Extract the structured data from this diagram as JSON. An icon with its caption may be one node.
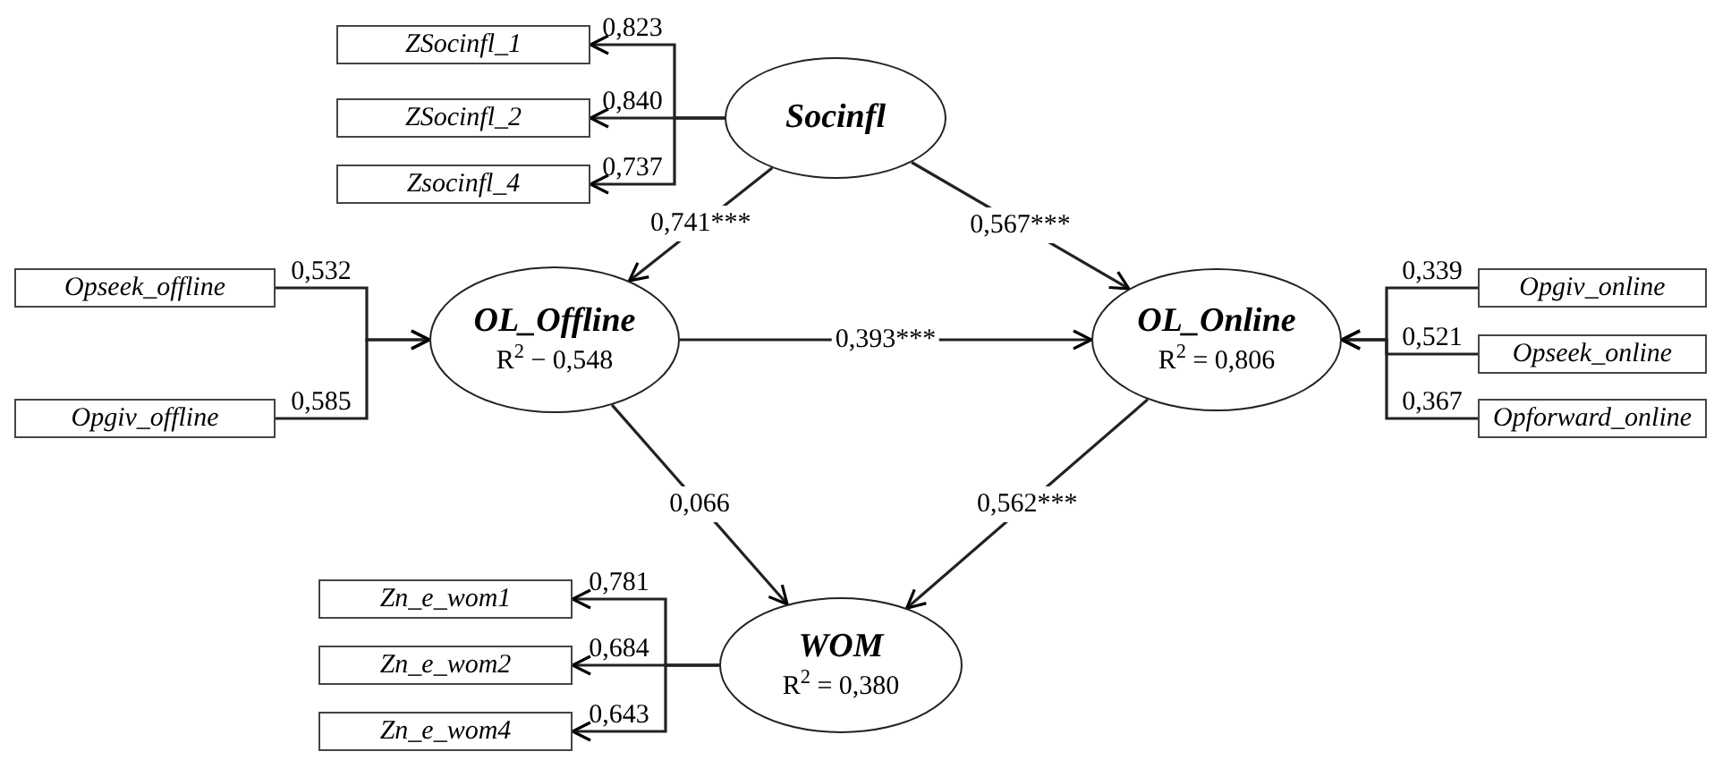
{
  "diagram": {
    "nodes": [
      {
        "text": [
          "Socinfl"
        ]
      },
      {
        "text": [
          "ZSocinfl_1"
        ]
      },
      {
        "text": [
          "ZSocinfl_2"
        ]
      },
      {
        "text": [
          "Zsocinfl_4"
        ]
      },
      {
        "text": [
          "Opseek_offline"
        ]
      },
      {
        "text": [
          "Opgiv_offline"
        ]
      },
      {
        "text": [
          "OL_Offline",
          "R$^{2}$ − 0,548"
        ]
      },
      {
        "text": [
          "OL_Online",
          "R$^{2}$ = 0,806"
        ]
      },
      {
        "text": [
          "Opgiv_online"
        ]
      },
      {
        "text": [
          "Opseek_online"
        ]
      },
      {
        "text": [
          "Opforward_online"
        ]
      },
      {
        "text": [
          "WOM",
          "R$^{2}$ = 0,380"
        ]
      },
      {
        "text": [
          "Zn_e_wom1"
        ]
      },
      {
        "text": [
          "Zn_e_wom2"
        ]
      },
      {
        "text": [
          "Zn_e_wom4"
        ]
      }
    ],
    "edges": [
      {
        "from": 0,
        "to": 1,
        "arrow": "to",
        "label": "0,823"
      },
      {
        "from": 0,
        "to": 2,
        "arrow": "to",
        "label": "0,840"
      },
      {
        "from": 0,
        "to": 3,
        "arrow": "to",
        "label": "0,737"
      },
      {
        "from": 0,
        "to": 6,
        "arrow": "to",
        "label": "0,741***"
      },
      {
        "from": 0,
        "to": 7,
        "arrow": "to",
        "label": "0,567***"
      },
      {
        "from": 4,
        "to": 6,
        "arrow": "to",
        "label": "0,532"
      },
      {
        "from": 5,
        "to": 6,
        "arrow": "to",
        "label": "0,585"
      },
      {
        "from": 6,
        "to": 7,
        "arrow": "to",
        "label": "0,393***"
      },
      {
        "from": 8,
        "to": 7,
        "arrow": "to",
        "label": "0,339"
      },
      {
        "from": 9,
        "to": 7,
        "arrow": "to",
        "label": "0,521"
      },
      {
        "from": 10,
        "to": 7,
        "arrow": "to",
        "label": "0,367"
      },
      {
        "from": 6,
        "to": 11,
        "arrow": "to",
        "label": "0,066"
      },
      {
        "from": 7,
        "to": 11,
        "arrow": "to",
        "label": "0,562***"
      },
      {
        "from": 11,
        "to": 12,
        "arrow": "to",
        "label": "0,781"
      },
      {
        "from": 11,
        "to": 13,
        "arrow": "to",
        "label": "0,684"
      },
      {
        "from": 11,
        "to": 14,
        "arrow": "to",
        "label": "0,643"
      }
    ]
  }
}
